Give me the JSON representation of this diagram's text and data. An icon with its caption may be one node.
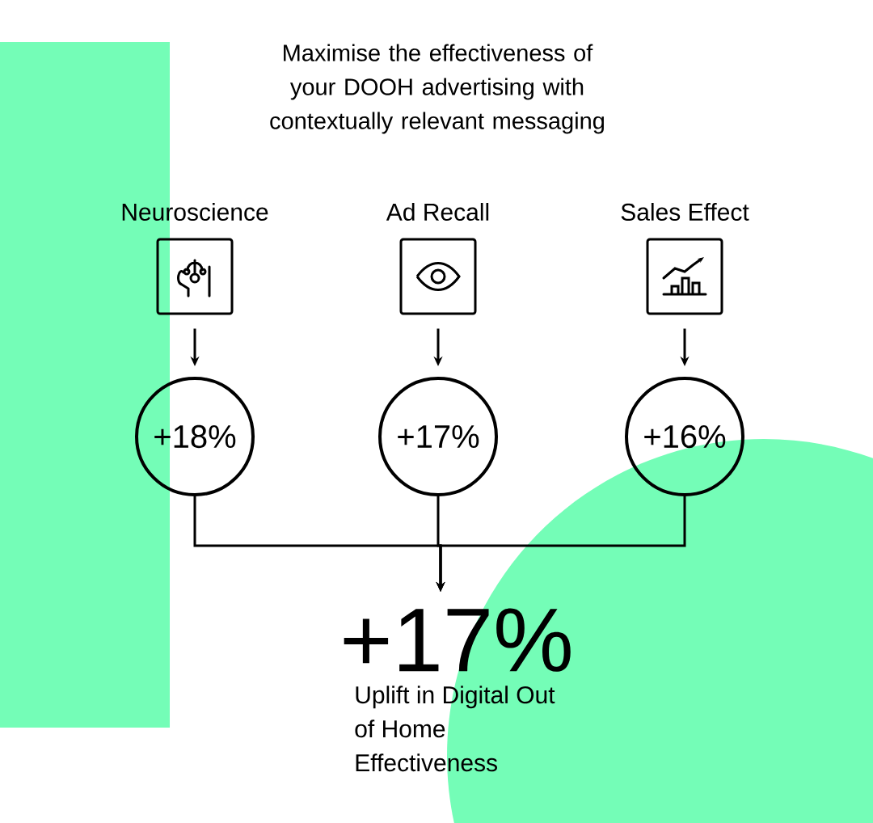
{
  "diagram": {
    "title": "Maximise the effectiveness of your DOOH advertising with contextually relevant messaging",
    "nodes": [
      {
        "text": [
          "Neuroscience"
        ]
      },
      {
        "text": [
          "Ad Recall"
        ]
      },
      {
        "text": [
          "Sales Effect"
        ]
      },
      {
        "text": [
          "+18%"
        ]
      },
      {
        "text": [
          "+17%"
        ]
      },
      {
        "text": [
          "+16%"
        ]
      },
      {
        "text": [
          "+17%",
          "Uplift in Digital Out of Home Effectiveness"
        ]
      }
    ],
    "edges": [
      {
        "from": 0,
        "to": 3,
        "arrow": "to"
      },
      {
        "from": 1,
        "to": 4,
        "arrow": "to"
      },
      {
        "from": 2,
        "to": 5,
        "arrow": "to"
      },
      {
        "from": 3,
        "to": 6,
        "arrow": "to"
      },
      {
        "from": 4,
        "to": 6,
        "arrow": "to"
      },
      {
        "from": 5,
        "to": 6,
        "arrow": "to"
      }
    ]
  }
}
